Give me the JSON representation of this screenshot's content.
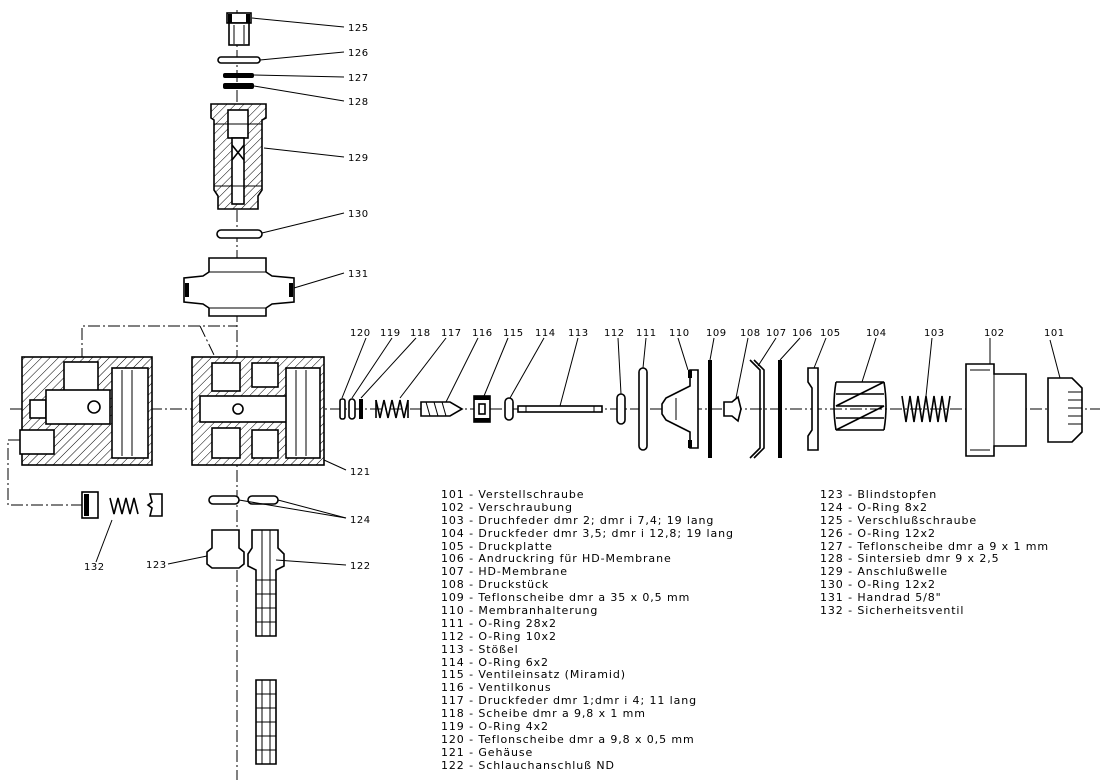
{
  "callouts": {
    "c101": "101",
    "c102": "102",
    "c103": "103",
    "c104": "104",
    "c105": "105",
    "c106": "106",
    "c107": "107",
    "c108": "108",
    "c109": "109",
    "c110": "110",
    "c111": "111",
    "c112": "112",
    "c113": "113",
    "c114": "114",
    "c115": "115",
    "c116": "116",
    "c117": "117",
    "c118": "118",
    "c119": "119",
    "c120": "120",
    "c121": "121",
    "c122": "122",
    "c123": "123",
    "c124": "124",
    "c125": "125",
    "c126": "126",
    "c127": "127",
    "c128": "128",
    "c129": "129",
    "c130": "130",
    "c131": "131",
    "c132": "132"
  },
  "legend_left": [
    "101 - Verstellschraube",
    "102 - Verschraubung",
    "103 - Druchfeder dmr 2; dmr i 7,4; 19 lang",
    "104 - Druckfeder dmr 3,5; dmr i 12,8; 19 lang",
    "105 - Druckplatte",
    "106 - Andruckring für HD-Membrane",
    "107 - HD-Membrane",
    "108 - Druckstück",
    "109 - Teflonscheibe dmr a 35 x 0,5 mm",
    "110 - Membranhalterung",
    "111 - O-Ring 28x2",
    "112 - O-Ring 10x2",
    "113 - Stößel",
    "114 - O-Ring 6x2",
    "115 - Ventileinsatz (Miramid)",
    "116 - Ventilkonus",
    "117 - Druckfeder dmr 1;dmr i 4; 11 lang",
    "118 - Scheibe dmr a 9,8 x 1 mm",
    "119 - O-Ring 4x2",
    "120 - Teflonscheibe dmr a 9,8 x 0,5 mm",
    "121 - Gehäuse",
    "122 - Schlauchanschluß ND"
  ],
  "legend_right": [
    "123 - Blindstopfen",
    "124 - O-Ring 8x2",
    "125 - Verschlußschraube",
    "126 - O-Ring 12x2",
    "127 - Teflonscheibe dmr a 9 x 1 mm",
    "128 - Sintersieb dmr 9 x 2,5",
    "129 - Anschlußwelle",
    "130 - O-Ring 12x2",
    "131 - Handrad 5/8\"",
    "132 - Sicherheitsventil"
  ],
  "colors": {
    "line": "#000000",
    "background": "#ffffff"
  }
}
